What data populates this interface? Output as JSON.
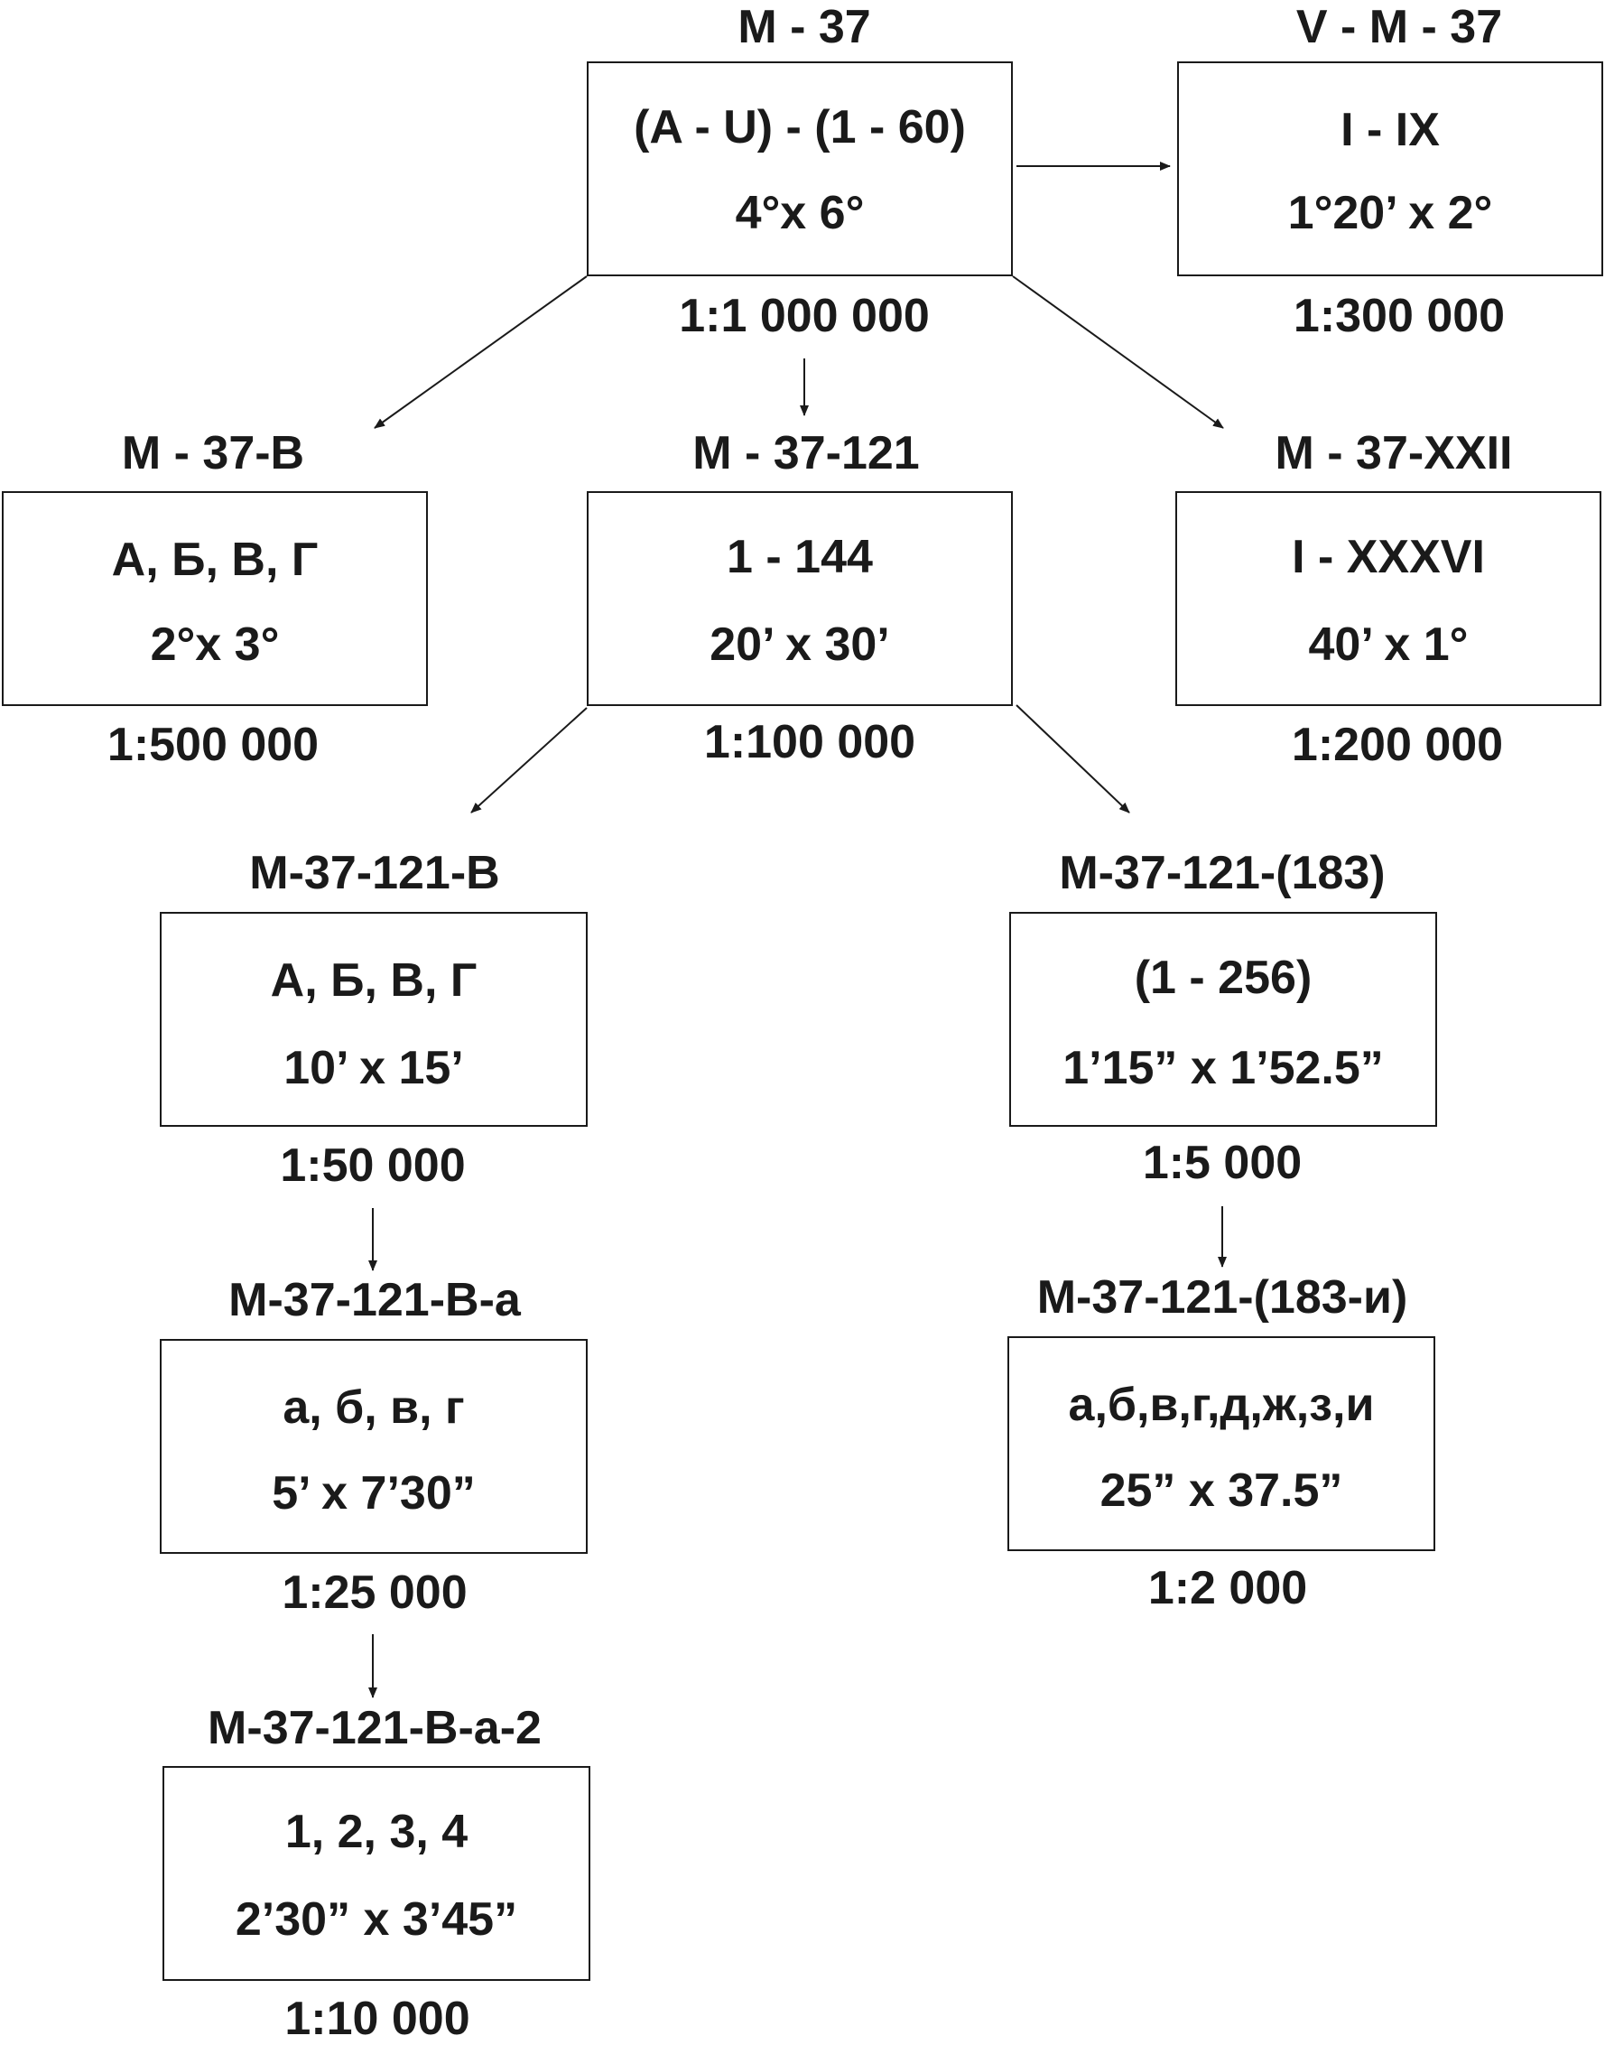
{
  "nodes": {
    "m37": {
      "title": "M - 37",
      "line1": "(A - U) - (1 - 60)",
      "line2": "4°x 6°",
      "scale": "1:1 000 000"
    },
    "vm37": {
      "title": "V - M - 37",
      "line1": "I - IX",
      "line2": "1°20’ x 2°",
      "scale": "1:300 000"
    },
    "m37v": {
      "title": "M - 37-В",
      "line1": "А, Б, В, Г",
      "line2": "2°x 3°",
      "scale": "1:500 000"
    },
    "m37_121": {
      "title": "M - 37-121",
      "line1": "1 - 144",
      "line2": "20’ x 30’",
      "scale": "1:100 000"
    },
    "m37_xxii": {
      "title": "M - 37-XXII",
      "line1": "I - XXXVI",
      "line2": "40’ x 1°",
      "scale": "1:200 000"
    },
    "m37_121_v": {
      "title": "М-37-121-В",
      "line1": "А, Б, В, Г",
      "line2": "10’ x 15’",
      "scale": "1:50 000"
    },
    "m37_121_183": {
      "title": "М-37-121-(183)",
      "line1": "(1 - 256)",
      "line2": "1’15” x 1’52.5”",
      "scale": "1:5 000"
    },
    "m37_121_v_a": {
      "title": "М-37-121-В-а",
      "line1": "а, б, в, г",
      "line2": "5’ x 7’30”",
      "scale": "1:25 000"
    },
    "m37_121_183_i": {
      "title": "М-37-121-(183-и)",
      "line1": "а,б,в,г,д,ж,з,и",
      "line2": "25” x 37.5”",
      "scale": "1:2 000"
    },
    "m37_121_v_a_2": {
      "title": "М-37-121-В-а-2",
      "line1": "1, 2, 3, 4",
      "line2": "2’30” x 3’45”",
      "scale": "1:10 000"
    }
  }
}
